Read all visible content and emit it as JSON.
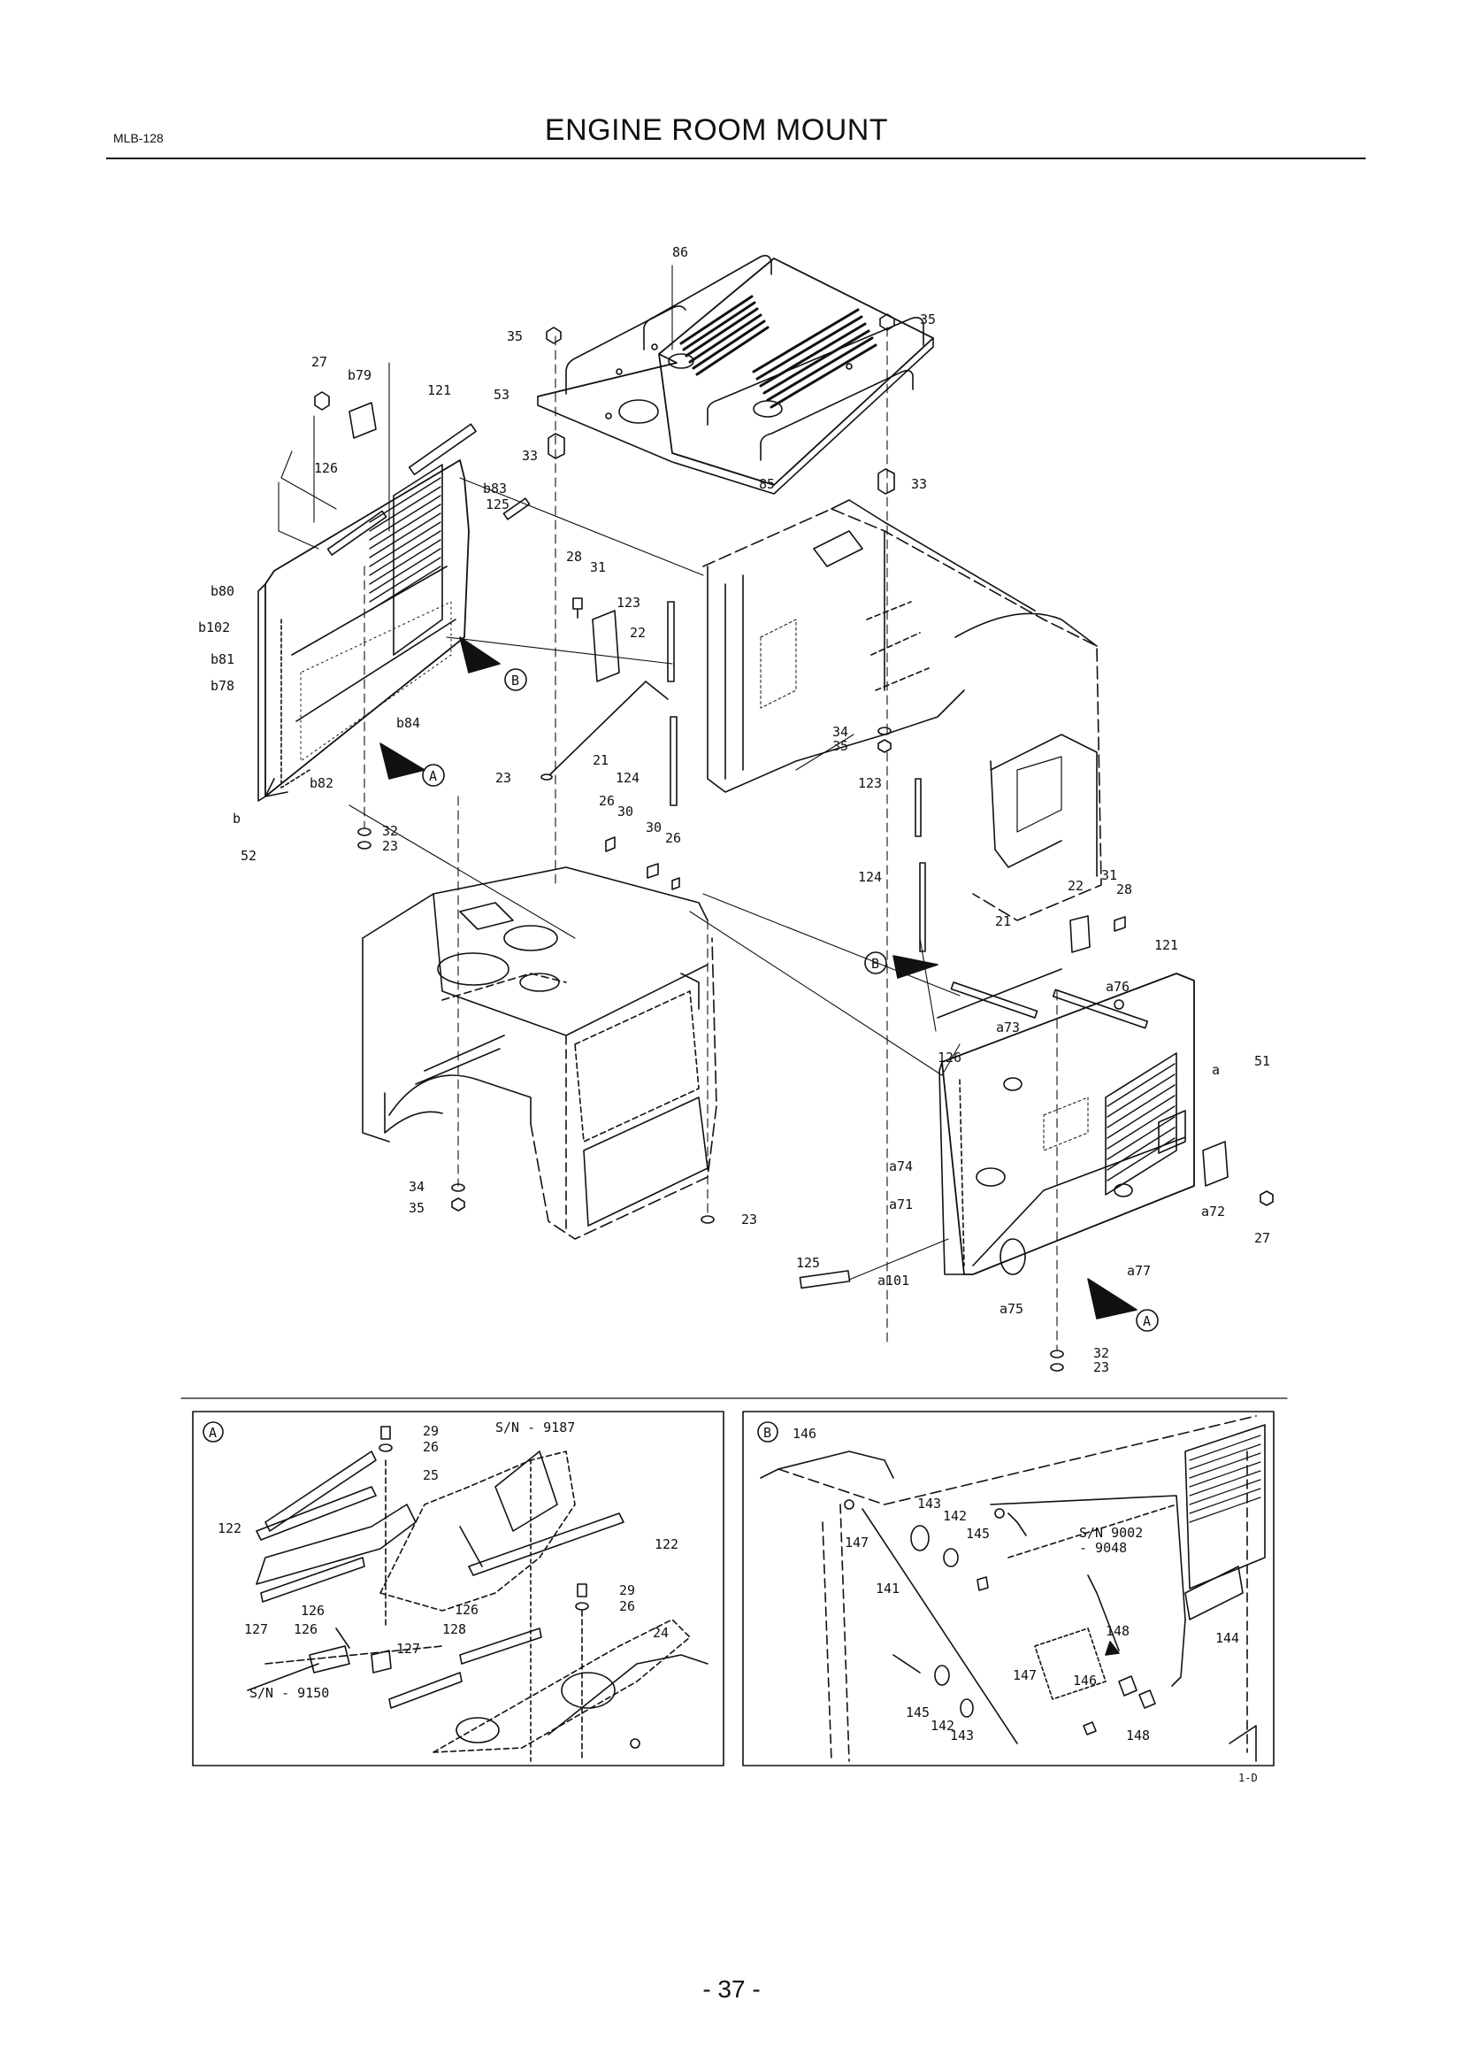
{
  "header": {
    "code": "MLB-128",
    "title": "ENGINE ROOM MOUNT"
  },
  "diagram": {
    "labels": [
      "86",
      "35",
      "35",
      "27",
      "b79",
      "121",
      "53",
      "33",
      "33",
      "85",
      "126",
      "b83",
      "125",
      "28",
      "31",
      "b80",
      "123",
      "22",
      "b102",
      "b81",
      "b78",
      "b84",
      "21",
      "b82",
      "23",
      "124",
      "32",
      "23",
      "26",
      "30",
      "30",
      "26",
      "52",
      "34",
      "35",
      "123",
      "124",
      "22",
      "31",
      "28",
      "121",
      "21",
      "a76",
      "126",
      "a73",
      "a74",
      "a71",
      "a72",
      "27",
      "51",
      "a",
      "a77",
      "125",
      "a101",
      "a75",
      "32",
      "23",
      "34",
      "35",
      "23",
      "b"
    ],
    "markers": [
      "A",
      "B",
      "B",
      "A"
    ]
  },
  "inset_a": {
    "marker": "A",
    "serial_top": "S/N - 9187",
    "serial_bottom": "S/N - 9150",
    "labels": [
      "29",
      "26",
      "25",
      "122",
      "122",
      "126",
      "127",
      "126",
      "126",
      "128",
      "127",
      "29",
      "26",
      "24"
    ]
  },
  "inset_b": {
    "marker": "B",
    "serial_range": "S/N 9002\n- 9048",
    "labels": [
      "146",
      "143",
      "142",
      "145",
      "147",
      "141",
      "148",
      "144",
      "147",
      "146",
      "145",
      "142",
      "143",
      "148"
    ]
  },
  "sheet_id": "1-D",
  "page_number": "- 37 -"
}
